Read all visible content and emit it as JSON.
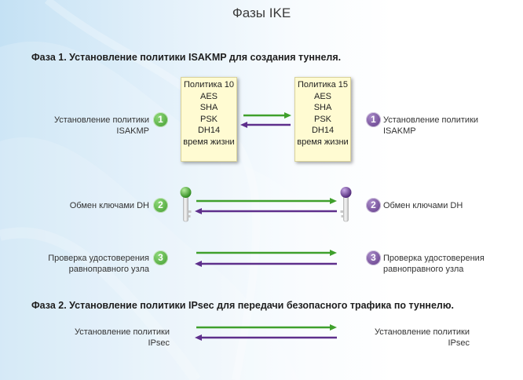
{
  "title": "Фазы IKE",
  "phase1": {
    "heading": "Фаза 1. Установление политики ISAKMP для создания туннеля.",
    "policy_left": {
      "title": "Политика 10",
      "lines": [
        "AES",
        "SHA",
        "PSK",
        "DH14",
        "время жизни"
      ]
    },
    "policy_right": {
      "title": "Политика 15",
      "lines": [
        "AES",
        "SHA",
        "PSK",
        "DH14",
        "время жизни"
      ]
    },
    "steps": [
      {
        "num": "1",
        "left_text": [
          "Установление политики",
          "ISAKMP"
        ],
        "right_text": [
          "Установление политики",
          "ISAKMP"
        ]
      },
      {
        "num": "2",
        "left_text": [
          "Обмен ключами DH"
        ],
        "right_text": [
          "Обмен ключами DH"
        ]
      },
      {
        "num": "3",
        "left_text": [
          "Проверка удостоверения",
          "равноправного узла"
        ],
        "right_text": [
          "Проверка удостоверения",
          "равноправного узла"
        ]
      }
    ]
  },
  "phase2": {
    "heading": "Фаза 2. Установление политики IPsec для передачи безопасного трафика по туннелю.",
    "left_text": [
      "Установление политики",
      "IPsec"
    ],
    "right_text": [
      "Установление политики",
      "IPsec"
    ]
  },
  "colors": {
    "green": "#3fa02c",
    "purple": "#5e2f8c",
    "card_bg": "#fffbd2"
  }
}
